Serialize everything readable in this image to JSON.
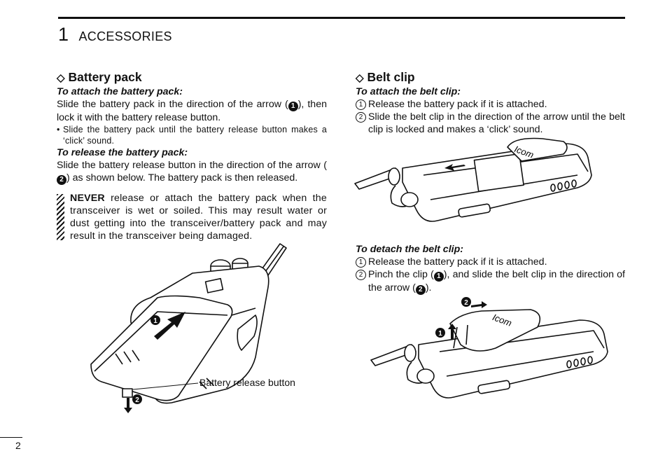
{
  "header": {
    "chapter_number": "1",
    "chapter_title": "ACCESSORIES"
  },
  "battery": {
    "heading": "Battery pack",
    "attach_sub": "To attach the battery pack:",
    "attach_a": "Slide the battery pack in the direction of the arrow (",
    "attach_marker": "1",
    "attach_b": "), then lock it with the battery release button.",
    "bullet": "Slide the battery pack until the battery release button makes a ‘click’ sound.",
    "release_sub": "To release the battery pack:",
    "release_a": "Slide the battery release button in the direction of the arrow (",
    "release_marker": "2",
    "release_b": ") as shown below. The battery pack is then released.",
    "caution_strong": "NEVER",
    "caution_text": " release or attach the battery pack when the transceiver is wet or soiled. This may result water or dust getting into the transceiver/battery pack and may result in the transceiver being damaged.",
    "figure_callout": "Battery release button",
    "figure_marker_1": "1",
    "figure_marker_2": "2"
  },
  "beltclip": {
    "heading": "Belt clip",
    "attach_sub": "To attach the belt clip:",
    "attach_steps": [
      {
        "n": "1",
        "text": "Release the battery pack if it is attached."
      },
      {
        "n": "2",
        "text": "Slide the belt clip in the direction of the arrow until the belt clip is locked and makes a ‘click’ sound."
      }
    ],
    "detach_sub": "To detach the belt clip:",
    "detach_step1_n": "1",
    "detach_step1": "Release the battery pack if it is attached.",
    "detach_step2_n": "2",
    "detach_step2_a": "Pinch the clip (",
    "detach_step2_m1": "1",
    "detach_step2_b": "), and slide the belt clip in the direction of the arrow (",
    "detach_step2_m2": "2",
    "detach_step2_c": ").",
    "brand_text": "Icom",
    "figure_marker_1": "1",
    "figure_marker_2": "2"
  },
  "footer": {
    "page_number": "2"
  }
}
